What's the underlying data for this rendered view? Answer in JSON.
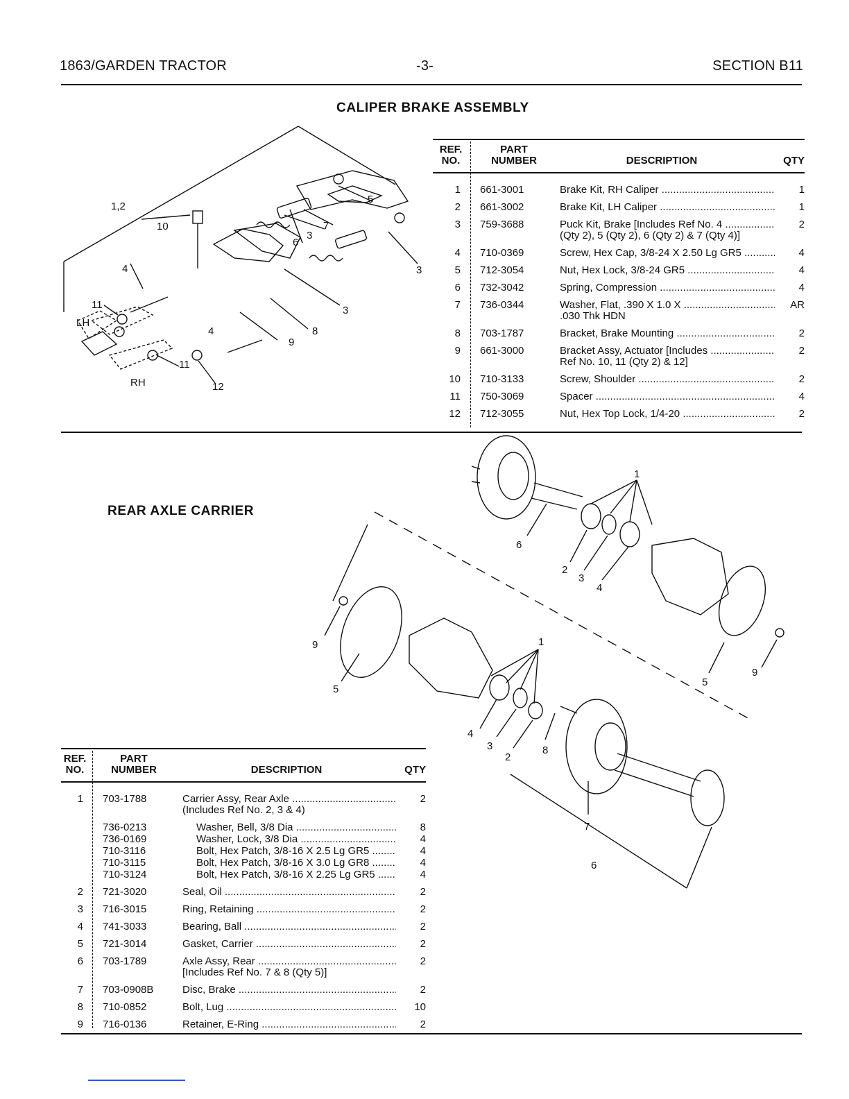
{
  "header": {
    "left": "1863/GARDEN TRACTOR",
    "center": "-3-",
    "right": "SECTION B11"
  },
  "caliper": {
    "title": "CALIPER BRAKE ASSEMBLY",
    "columns": {
      "ref": "REF. NO.",
      "ref1": "REF.",
      "ref2": "NO.",
      "part1": "PART",
      "part2": "NUMBER",
      "desc": "DESCRIPTION",
      "qty": "QTY"
    },
    "rows": [
      {
        "ref": "1",
        "part": "661-3001",
        "desc": "Brake Kit, RH Caliper",
        "desc2": "",
        "qty": "1"
      },
      {
        "ref": "2",
        "part": "661-3002",
        "desc": "Brake Kit, LH Caliper",
        "desc2": "",
        "qty": "1"
      },
      {
        "ref": "3",
        "part": "759-3688",
        "desc": "Puck Kit, Brake [Includes Ref No. 4",
        "desc2": "(Qty 2), 5 (Qty 2), 6 (Qty 2) & 7 (Qty 4)]",
        "qty": "2"
      },
      {
        "ref": "4",
        "part": "710-0369",
        "desc": "Screw, Hex Cap, 3/8-24 X 2.50 Lg GR5",
        "desc2": "",
        "qty": "4"
      },
      {
        "ref": "5",
        "part": "712-3054",
        "desc": "Nut, Hex Lock, 3/8-24 GR5",
        "desc2": "",
        "qty": "4"
      },
      {
        "ref": "6",
        "part": "732-3042",
        "desc": "Spring, Compression",
        "desc2": "",
        "qty": "4"
      },
      {
        "ref": "7",
        "part": "736-0344",
        "desc": "Washer, Flat, .390 X 1.0 X",
        "desc2": ".030 Thk HDN",
        "qty": "AR"
      },
      {
        "ref": "8",
        "part": "703-1787",
        "desc": "Bracket, Brake Mounting",
        "desc2": "",
        "qty": "2"
      },
      {
        "ref": "9",
        "part": "661-3000",
        "desc": "Bracket Assy, Actuator [Includes",
        "desc2": "Ref No. 10, 11 (Qty 2) & 12]",
        "qty": "2"
      },
      {
        "ref": "10",
        "part": "710-3133",
        "desc": "Screw, Shoulder",
        "desc2": "",
        "qty": "2"
      },
      {
        "ref": "11",
        "part": "750-3069",
        "desc": "Spacer",
        "desc2": "",
        "qty": "4"
      },
      {
        "ref": "12",
        "part": "712-3055",
        "desc": "Nut, Hex Top Lock, 1/4-20",
        "desc2": "",
        "qty": "2"
      }
    ],
    "callouts": [
      "1,2",
      "10",
      "4",
      "11",
      "LH",
      "4",
      "11",
      "RH",
      "12",
      "9",
      "8",
      "3",
      "6",
      "3",
      "7",
      "5",
      "3"
    ]
  },
  "axle": {
    "title": "REAR AXLE CARRIER",
    "columns": {
      "ref1": "REF.",
      "ref2": "NO.",
      "part1": "PART",
      "part2": "NUMBER",
      "desc": "DESCRIPTION",
      "qty": "QTY"
    },
    "rows": [
      {
        "ref": "1",
        "part": "703-1788",
        "desc": "Carrier Assy, Rear Axle",
        "desc2": "(Includes Ref No. 2, 3 & 4)",
        "qty": "2",
        "indent": false
      },
      {
        "ref": "",
        "part": "736-0213",
        "desc": "Washer, Bell, 3/8 Dia",
        "desc2": "",
        "qty": "8",
        "indent": true
      },
      {
        "ref": "",
        "part": "736-0169",
        "desc": "Washer, Lock, 3/8 Dia",
        "desc2": "",
        "qty": "4",
        "indent": true
      },
      {
        "ref": "",
        "part": "710-3116",
        "desc": "Bolt, Hex Patch, 3/8-16 X 2.5 Lg GR5",
        "desc2": "",
        "qty": "4",
        "indent": true
      },
      {
        "ref": "",
        "part": "710-3115",
        "desc": "Bolt, Hex Patch, 3/8-16 X 3.0 Lg GR8",
        "desc2": "",
        "qty": "4",
        "indent": true
      },
      {
        "ref": "",
        "part": "710-3124",
        "desc": "Bolt, Hex Patch, 3/8-16 X 2.25 Lg GR5",
        "desc2": "",
        "qty": "4",
        "indent": true
      },
      {
        "ref": "2",
        "part": "721-3020",
        "desc": "Seal, Oil",
        "desc2": "",
        "qty": "2",
        "indent": false
      },
      {
        "ref": "3",
        "part": "716-3015",
        "desc": "Ring, Retaining",
        "desc2": "",
        "qty": "2",
        "indent": false
      },
      {
        "ref": "4",
        "part": "741-3033",
        "desc": "Bearing, Ball",
        "desc2": "",
        "qty": "2",
        "indent": false
      },
      {
        "ref": "5",
        "part": "721-3014",
        "desc": "Gasket, Carrier",
        "desc2": "",
        "qty": "2",
        "indent": false
      },
      {
        "ref": "6",
        "part": "703-1789",
        "desc": "Axle Assy, Rear",
        "desc2": "[Includes Ref No. 7 & 8 (Qty 5)]",
        "qty": "2",
        "indent": false
      },
      {
        "ref": "7",
        "part": "703-0908B",
        "desc": "Disc, Brake",
        "desc2": "",
        "qty": "2",
        "indent": false
      },
      {
        "ref": "8",
        "part": "710-0852",
        "desc": "Bolt, Lug",
        "desc2": "",
        "qty": "10",
        "indent": false
      },
      {
        "ref": "9",
        "part": "716-0136",
        "desc": "Retainer, E-Ring",
        "desc2": "",
        "qty": "2",
        "indent": false
      }
    ],
    "callouts": [
      "1",
      "6",
      "2",
      "3",
      "4",
      "9",
      "5",
      "1",
      "4",
      "3",
      "2",
      "8",
      "5",
      "9",
      "7",
      "6"
    ]
  }
}
